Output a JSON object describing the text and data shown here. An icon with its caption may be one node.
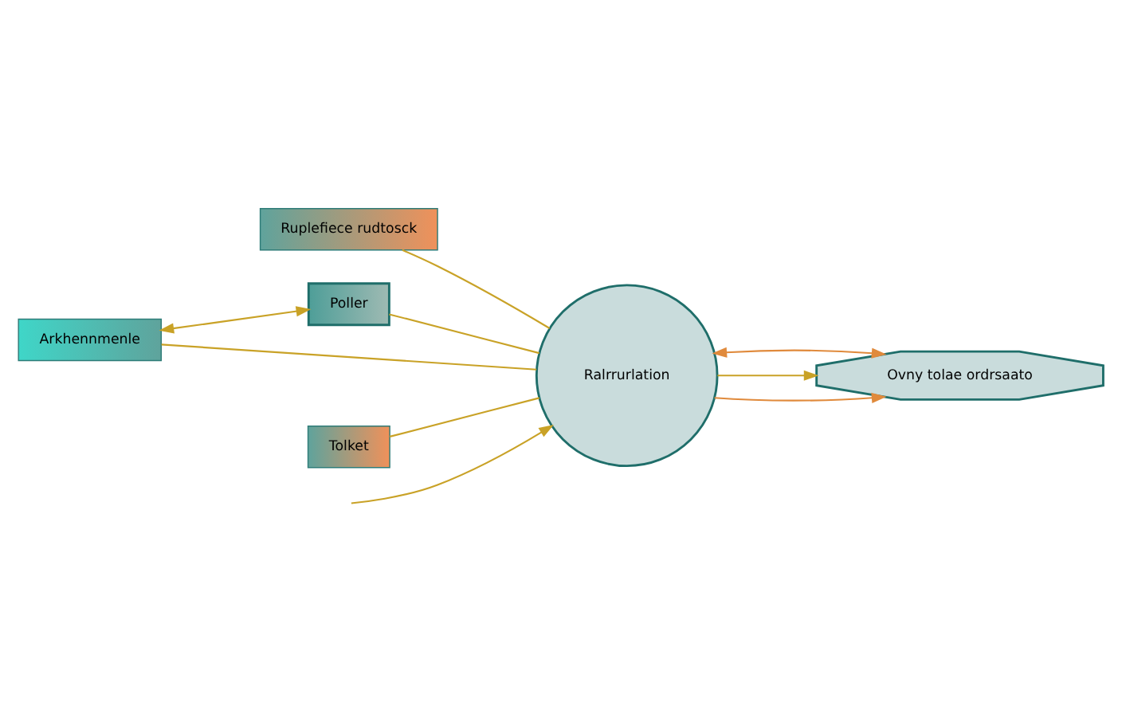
{
  "diagram": {
    "nodes": [
      {
        "text": [
          "Ruplefiece rudtosck"
        ]
      },
      {
        "text": [
          "Arkhennmenle"
        ]
      },
      {
        "text": [
          "Poller"
        ]
      },
      {
        "text": [
          "Tolket"
        ]
      },
      {
        "text": [
          "Ralrrurlation"
        ]
      },
      {
        "text": [
          "Ovny tolae ordrsaato"
        ]
      }
    ],
    "edges": [
      {
        "from": 0,
        "to": 4,
        "arrow": "none"
      },
      {
        "from": 1,
        "to": 4,
        "arrow": "none"
      },
      {
        "from": 2,
        "to": 4,
        "arrow": "none"
      },
      {
        "from": 3,
        "to": 4,
        "arrow": "none"
      },
      {
        "from": 1,
        "to": 2,
        "arrow": "both"
      },
      {
        "from": 4,
        "to": 5,
        "arrow": "to",
        "color": "#e08a3c"
      },
      {
        "from": 4,
        "to": 5,
        "arrow": "to"
      },
      {
        "from": 4,
        "to": 5,
        "arrow": "both",
        "color": "#e08a3c"
      },
      {
        "from": null,
        "to": 4,
        "arrow": "to"
      }
    ]
  }
}
